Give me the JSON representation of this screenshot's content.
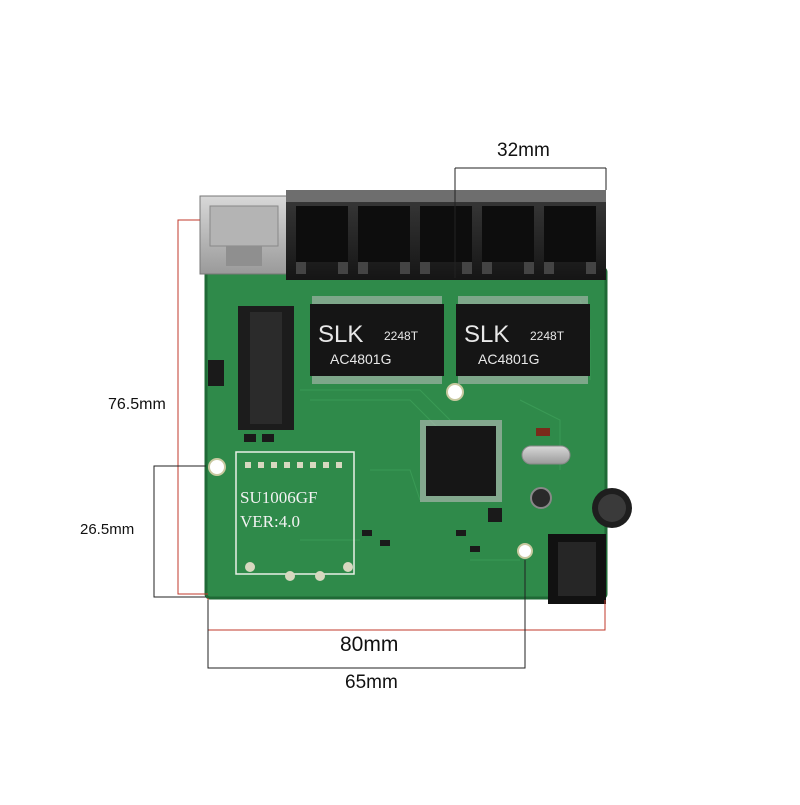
{
  "dimensions": {
    "top_width": "32mm",
    "board_height": "76.5mm",
    "module_height": "26.5mm",
    "board_width": "80mm",
    "module_width": "65mm"
  },
  "chips": [
    {
      "brand": "SLK",
      "part": "2248T",
      "code": "AC4801G"
    },
    {
      "brand": "SLK",
      "part": "2248T",
      "code": "AC4801G"
    }
  ],
  "module": {
    "model": "SU1006GF",
    "version": "VER:4.0"
  },
  "colors": {
    "pcb_green": "#2f8a4a",
    "pcb_dark": "#1f6a36",
    "dimension_red": "#c0392b",
    "dimension_black": "#222222"
  }
}
